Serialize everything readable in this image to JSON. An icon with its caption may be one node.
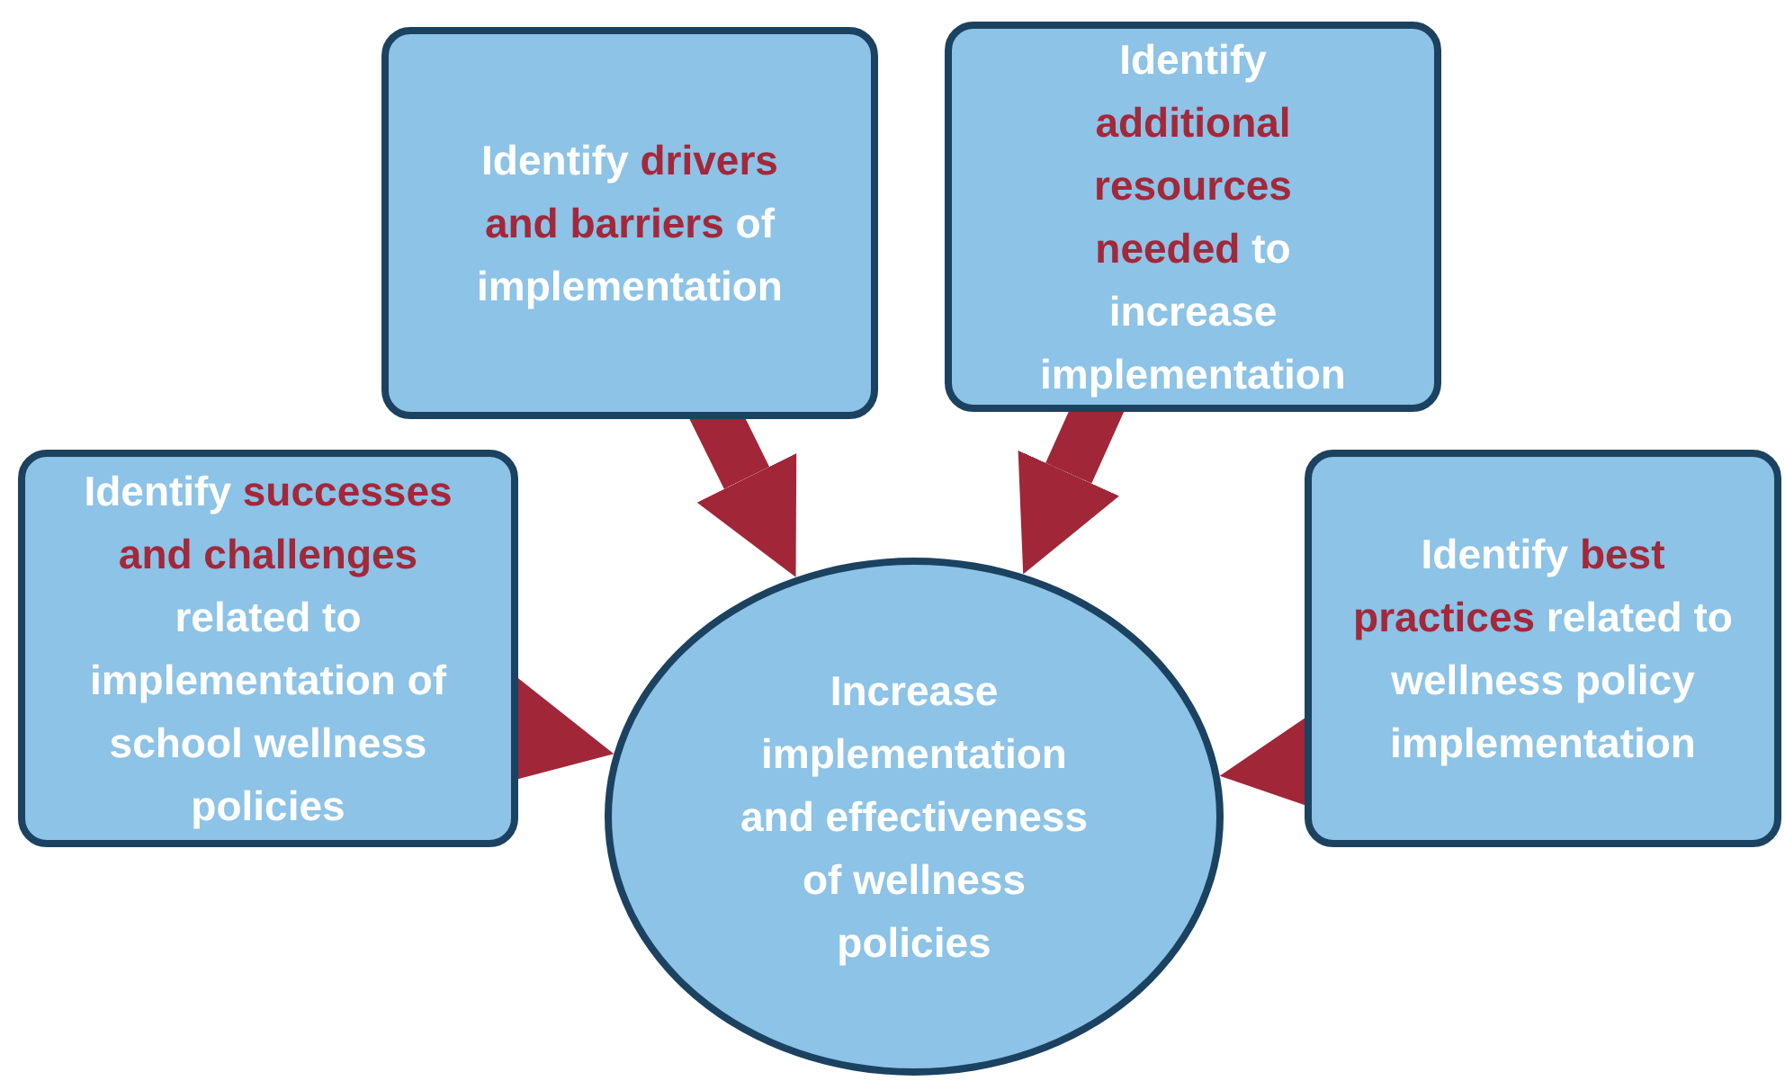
{
  "diagram": {
    "nodes": [
      {
        "text": [
          "Identify **drivers and barriers** of implementation"
        ]
      },
      {
        "text": [
          "Identify **additional resources needed** to increase implementation"
        ]
      },
      {
        "text": [
          "Identify **successes and challenges** related to implementation of school wellness policies"
        ]
      },
      {
        "text": [
          "Identify **best practices** related to wellness policy implementation"
        ]
      },
      {
        "text": [
          "Increase implementation and effectiveness of wellness policies"
        ]
      }
    ],
    "edges": [
      {
        "from": 0,
        "to": 4,
        "arrow": "to"
      },
      {
        "from": 1,
        "to": 4,
        "arrow": "to"
      },
      {
        "from": 2,
        "to": 4,
        "arrow": "to"
      },
      {
        "from": 3,
        "to": 4,
        "arrow": "to"
      }
    ]
  }
}
